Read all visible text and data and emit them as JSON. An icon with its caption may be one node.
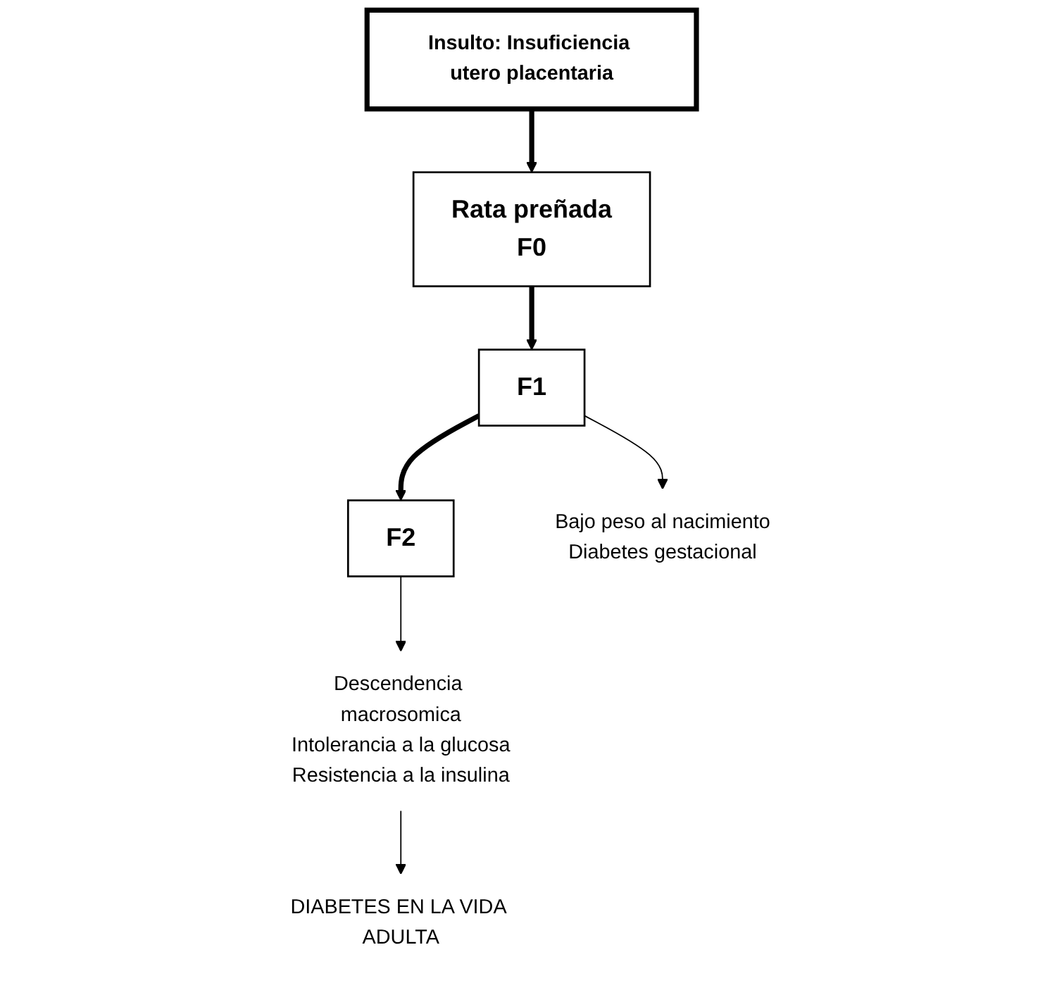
{
  "diagram": {
    "nodes": [
      {
        "text": [
          "Insulto: Insuficiencia utero placentaria"
        ]
      },
      {
        "text": [
          "Rata preñada",
          "F0"
        ]
      },
      {
        "text": [
          "F1"
        ]
      },
      {
        "text": [
          "F2"
        ]
      },
      {
        "text": [
          "Bajo peso al nacimiento",
          "Diabetes gestacional"
        ]
      },
      {
        "text": [
          "Descendencia macrosomica",
          "Intolerancia a la glucosa",
          "Resistencia a la insulina"
        ]
      },
      {
        "text": [
          "DIABETES EN LA VIDA ADULTA"
        ]
      }
    ],
    "edges": [
      {
        "from": 0,
        "to": 1,
        "arrow": "to",
        "style": "thick"
      },
      {
        "from": 1,
        "to": 2,
        "arrow": "to",
        "style": "thick"
      },
      {
        "from": 2,
        "to": 3,
        "arrow": "to",
        "style": "thick"
      },
      {
        "from": 2,
        "to": 4,
        "arrow": "to"
      },
      {
        "from": 3,
        "to": 5,
        "arrow": "to"
      },
      {
        "from": 5,
        "to": 6,
        "arrow": "to"
      }
    ]
  }
}
